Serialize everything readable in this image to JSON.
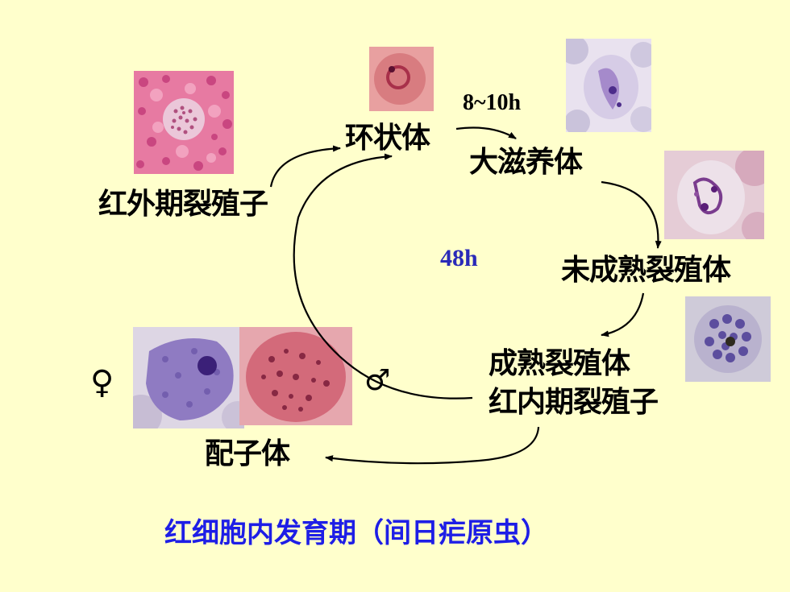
{
  "diagram": {
    "stages": {
      "ring": "环状体",
      "large_trophozoite": "大滋养体",
      "exo_merozoite": "红外期裂殖子",
      "immature_schizont": "未成熟裂殖体",
      "mature_schizont": "成熟裂殖体",
      "ery_merozoite": "红内期裂殖子",
      "gametocyte": "配子体"
    },
    "durations": {
      "ring_to_trophozoite": "8~10h",
      "cycle": "48h"
    },
    "symbols": {
      "female": "♀",
      "male": "♂"
    },
    "caption": "红细胞内发育期（间日疟原虫）"
  },
  "colors": {
    "background": "#FFFFCC",
    "caption": "#1E1EE6",
    "cycle_label": "#2A2AB8"
  }
}
